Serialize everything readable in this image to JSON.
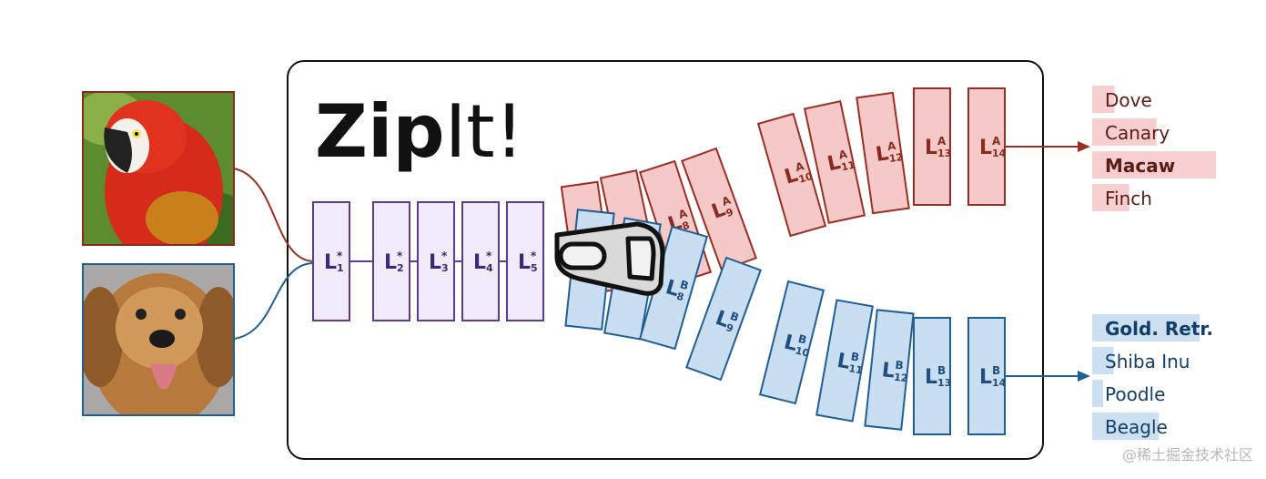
{
  "title": {
    "bold": "Zip",
    "light": "It!"
  },
  "colors": {
    "shared_fill": "#f1ecfb",
    "shared_stroke": "#5b3a9a",
    "shared_text": "#3f2778",
    "a_fill": "#f6c9c9",
    "a_stroke": "#9a2e22",
    "a_text": "#8a2a1e",
    "b_fill": "#c9def1",
    "b_stroke": "#1f5f96",
    "b_text": "#1d4f82",
    "frame": "#111111"
  },
  "inputs": [
    {
      "name": "parrot-image",
      "description": ""
    },
    {
      "name": "dog-image",
      "description": ""
    }
  ],
  "shared_layers": [
    {
      "label": "L",
      "sup": "*",
      "sub": "1"
    },
    {
      "label": "L",
      "sup": "*",
      "sub": "2"
    },
    {
      "label": "L",
      "sup": "*",
      "sub": "3"
    },
    {
      "label": "L",
      "sup": "*",
      "sub": "4"
    },
    {
      "label": "L",
      "sup": "*",
      "sub": "5"
    }
  ],
  "branch_a_layers": [
    {
      "label": "L",
      "sup": "A",
      "sub": "8"
    },
    {
      "label": "L",
      "sup": "A",
      "sub": "9"
    },
    {
      "label": "L",
      "sup": "A",
      "sub": "10"
    },
    {
      "label": "L",
      "sup": "A",
      "sub": "11"
    },
    {
      "label": "L",
      "sup": "A",
      "sub": "12"
    },
    {
      "label": "L",
      "sup": "A",
      "sub": "13"
    },
    {
      "label": "L",
      "sup": "A",
      "sub": "14"
    }
  ],
  "branch_b_layers": [
    {
      "label": "L",
      "sup": "B",
      "sub": "8"
    },
    {
      "label": "L",
      "sup": "B",
      "sub": "9"
    },
    {
      "label": "L",
      "sup": "B",
      "sub": "10"
    },
    {
      "label": "L",
      "sup": "B",
      "sub": "11"
    },
    {
      "label": "L",
      "sup": "B",
      "sub": "12"
    },
    {
      "label": "L",
      "sup": "B",
      "sub": "13"
    },
    {
      "label": "L",
      "sup": "B",
      "sub": "14"
    }
  ],
  "outputs_a": [
    {
      "label": "Dove",
      "score": 0.18,
      "bold": false
    },
    {
      "label": "Canary",
      "score": 0.52,
      "bold": false
    },
    {
      "label": "Macaw",
      "score": 1.0,
      "bold": true
    },
    {
      "label": "Finch",
      "score": 0.3,
      "bold": false
    }
  ],
  "outputs_b": [
    {
      "label": "Gold. Retr.",
      "score": 1.0,
      "bold": true
    },
    {
      "label": "Shiba Inu",
      "score": 0.2,
      "bold": false
    },
    {
      "label": "Poodle",
      "score": 0.05,
      "bold": false
    },
    {
      "label": "Beagle",
      "score": 0.62,
      "bold": false
    }
  ],
  "watermark": "@稀土掘金技术社区"
}
